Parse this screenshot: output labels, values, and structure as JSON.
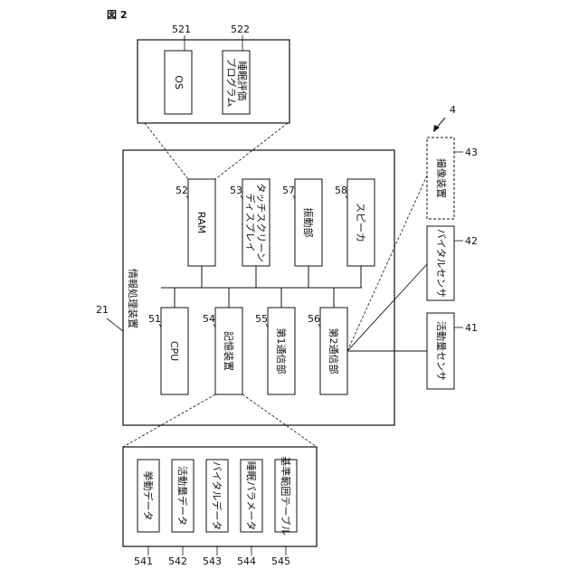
{
  "figure_label": "図 2",
  "system_ref": "4",
  "device": {
    "ref": "21",
    "title": "情報処理装置"
  },
  "ram_detail": {
    "os": {
      "ref": "521",
      "label": "OS"
    },
    "program": {
      "ref": "522",
      "label": "睡眠評価\nプログラム"
    }
  },
  "components_top": [
    {
      "ref": "52",
      "label": "RAM"
    },
    {
      "ref": "53",
      "label": "タッチスクリーン\nディスプレイ"
    },
    {
      "ref": "57",
      "label": "振動部"
    },
    {
      "ref": "58",
      "label": "スピーカ"
    }
  ],
  "components_bottom": [
    {
      "ref": "51",
      "label": "CPU"
    },
    {
      "ref": "54",
      "label": "記憶装置"
    },
    {
      "ref": "55",
      "label": "第1通信部"
    },
    {
      "ref": "56",
      "label": "第2通信部"
    }
  ],
  "external": [
    {
      "ref": "43",
      "label": "撮像装置"
    },
    {
      "ref": "42",
      "label": "バイタルセンサ"
    },
    {
      "ref": "41",
      "label": "活動量センサ"
    }
  ],
  "storage_items": [
    {
      "ref": "541",
      "label": "挙動データ"
    },
    {
      "ref": "542",
      "label": "活動量データ"
    },
    {
      "ref": "543",
      "label": "バイタルデータ"
    },
    {
      "ref": "544",
      "label": "睡眠パラメータ"
    },
    {
      "ref": "545",
      "label": "基準範囲テーブル"
    }
  ]
}
